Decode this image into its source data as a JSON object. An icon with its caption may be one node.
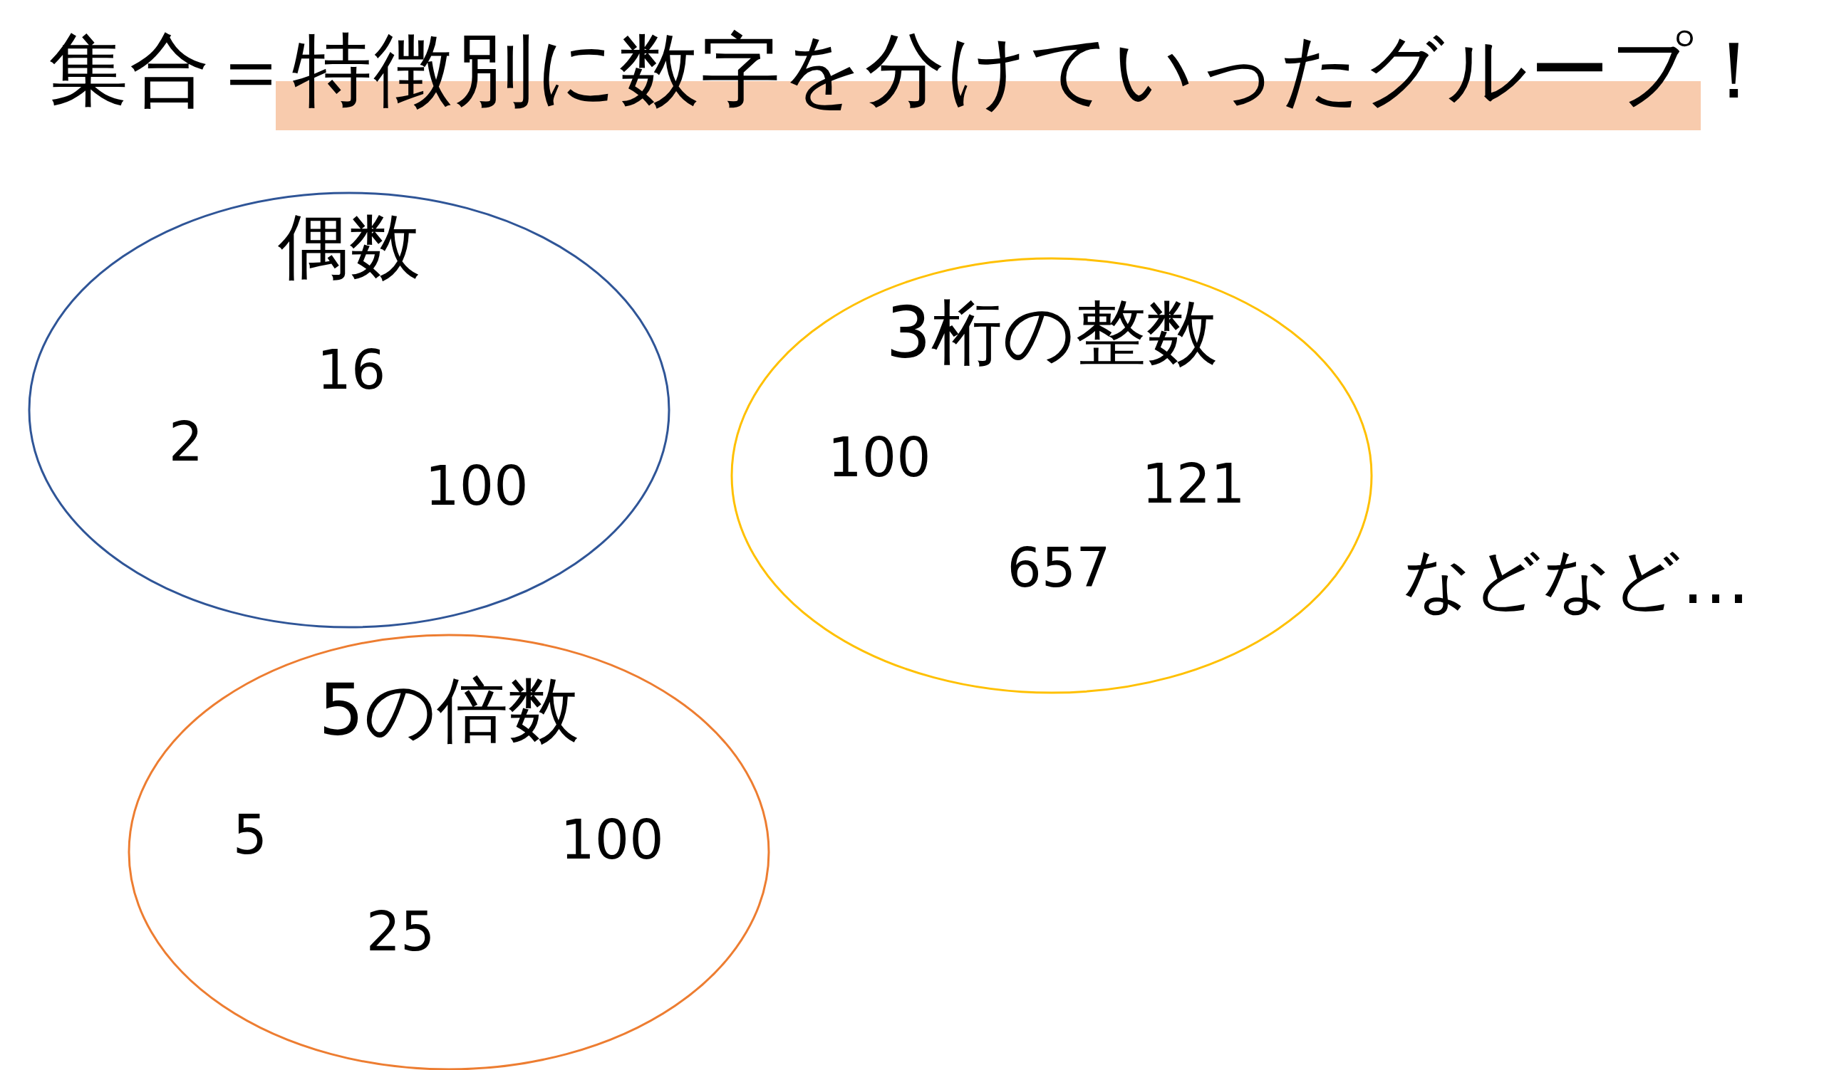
{
  "diagram": {
    "title": "集合＝特徴別に数字を分けていったグループ！",
    "nodes": [
      {
        "text": [
          "偶数",
          "16",
          "2",
          "100"
        ]
      },
      {
        "text": [
          "3桁の整数",
          "100",
          "121",
          "657"
        ]
      },
      {
        "text": [
          "5の倍数",
          "5",
          "100",
          "25"
        ]
      }
    ],
    "edges": [],
    "labels": [
      "などなど…"
    ]
  }
}
